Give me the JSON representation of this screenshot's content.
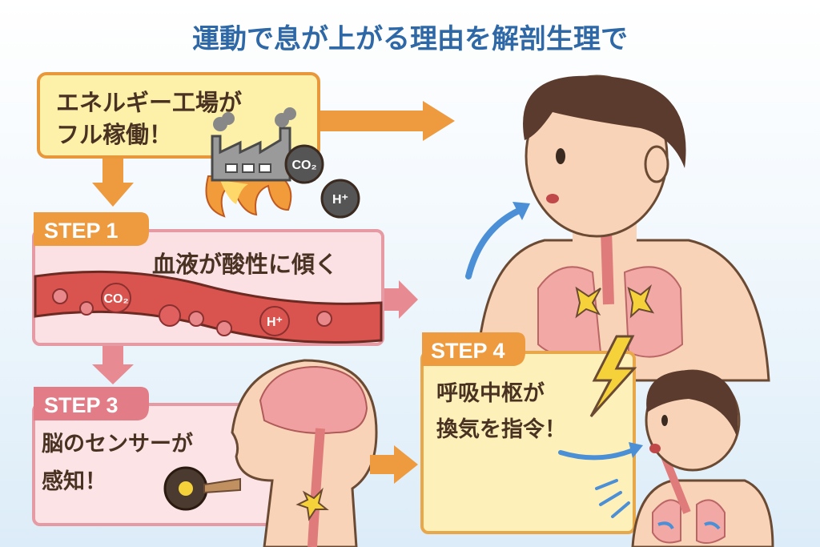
{
  "title": "運動で息が上がる理由を解剖生理で",
  "colors": {
    "title": "#2f68a6",
    "orange": "#ee9a3e",
    "pink": "#e27c86",
    "yellow_box": "#fdf0a8",
    "pink_box": "#fbe0e4",
    "blue_arrow": "#4b8fd6"
  },
  "factory": {
    "line1": "エネルギー工場が",
    "line2": "フル稼働！",
    "co2": "CO₂",
    "h": "H⁺"
  },
  "step1": {
    "tab": "STEP 1",
    "text": "血液が酸性に傾く",
    "co2": "CO₂",
    "h": "H⁺"
  },
  "step3": {
    "tab": "STEP 3",
    "line1": "脳のセンサーが",
    "line2": "感知！"
  },
  "step4": {
    "tab": "STEP 4",
    "line1": "呼吸中枢が",
    "line2": "換気を指令！"
  }
}
